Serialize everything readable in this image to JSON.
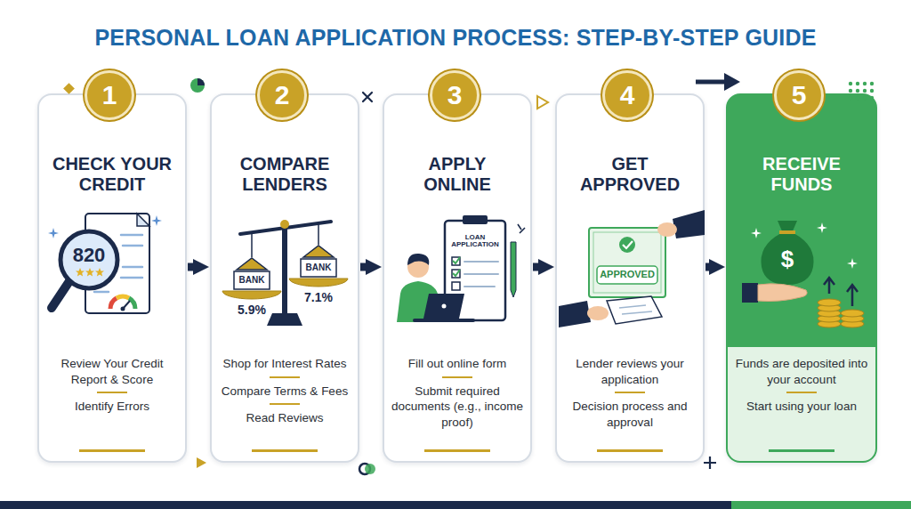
{
  "diagram": {
    "title": "PERSONAL LOAN APPLICATION PROCESS: STEP-BY-STEP GUIDE",
    "nodes": [
      {
        "text": [
          "CHECK YOUR CREDIT",
          "Review Your Credit Report & Score",
          "Identify Errors"
        ]
      },
      {
        "text": [
          "1"
        ],
        "in": 0
      },
      {
        "text": [
          "COMPARE LENDERS",
          "Shop for Interest Rates",
          "Compare Terms & Fees",
          "Read Reviews"
        ]
      },
      {
        "text": [
          "2"
        ],
        "in": 2
      },
      {
        "text": [
          "APPLY ONLINE",
          "Fill out online form",
          "Submit required documents (e.g., income proof)"
        ]
      },
      {
        "text": [
          "3"
        ],
        "in": 4
      },
      {
        "text": [
          "GET APPROVED",
          "Lender reviews your application",
          "Decision process and approval"
        ]
      },
      {
        "text": [
          "4"
        ],
        "in": 6
      },
      {
        "text": [
          "RECEIVE FUNDS",
          "Funds are deposited into your account",
          "Start using your loan"
        ]
      },
      {
        "text": [
          "5"
        ],
        "in": 8
      }
    ],
    "edges": [
      {
        "from": 0,
        "to": 2,
        "arrow": "to"
      },
      {
        "from": 2,
        "to": 4,
        "arrow": "to"
      },
      {
        "from": 4,
        "to": 6,
        "arrow": "to"
      },
      {
        "from": 6,
        "to": 8,
        "arrow": "to"
      }
    ],
    "labels": [
      "820",
      "BANK",
      "5.9%",
      "BANK",
      "7.1%",
      "LOAN APPLICATION",
      "APPROVED",
      "$"
    ]
  }
}
